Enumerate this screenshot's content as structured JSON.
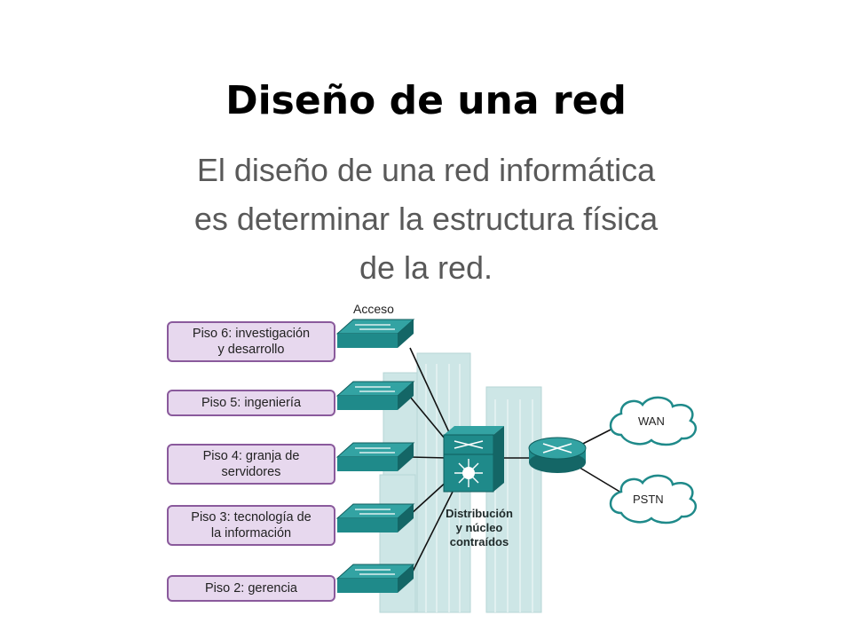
{
  "slide": {
    "title": "Diseño de una red",
    "subtitle_lines": [
      "El diseño de una red informática",
      "es determinar la estructura física",
      "de la red."
    ]
  },
  "diagram": {
    "access_label": "Acceso",
    "floors": [
      {
        "lines": [
          "Piso 6: investigación",
          "y desarrollo"
        ]
      },
      {
        "lines": [
          "Piso 5: ingeniería"
        ]
      },
      {
        "lines": [
          "Piso 4: granja de",
          "servidores"
        ]
      },
      {
        "lines": [
          "Piso 3: tecnología de",
          "la información"
        ]
      },
      {
        "lines": [
          "Piso 2: gerencia"
        ]
      }
    ],
    "core_label_lines": [
      "Distribución",
      "y núcleo",
      "contraídos"
    ],
    "clouds": {
      "wan": "WAN",
      "pstn": "PSTN"
    },
    "colors": {
      "device_teal": "#1f8a8a",
      "device_dark": "#146666",
      "box_fill": "#e7d8ee",
      "box_border": "#8a5a9c",
      "building": "#cde6e6"
    }
  }
}
